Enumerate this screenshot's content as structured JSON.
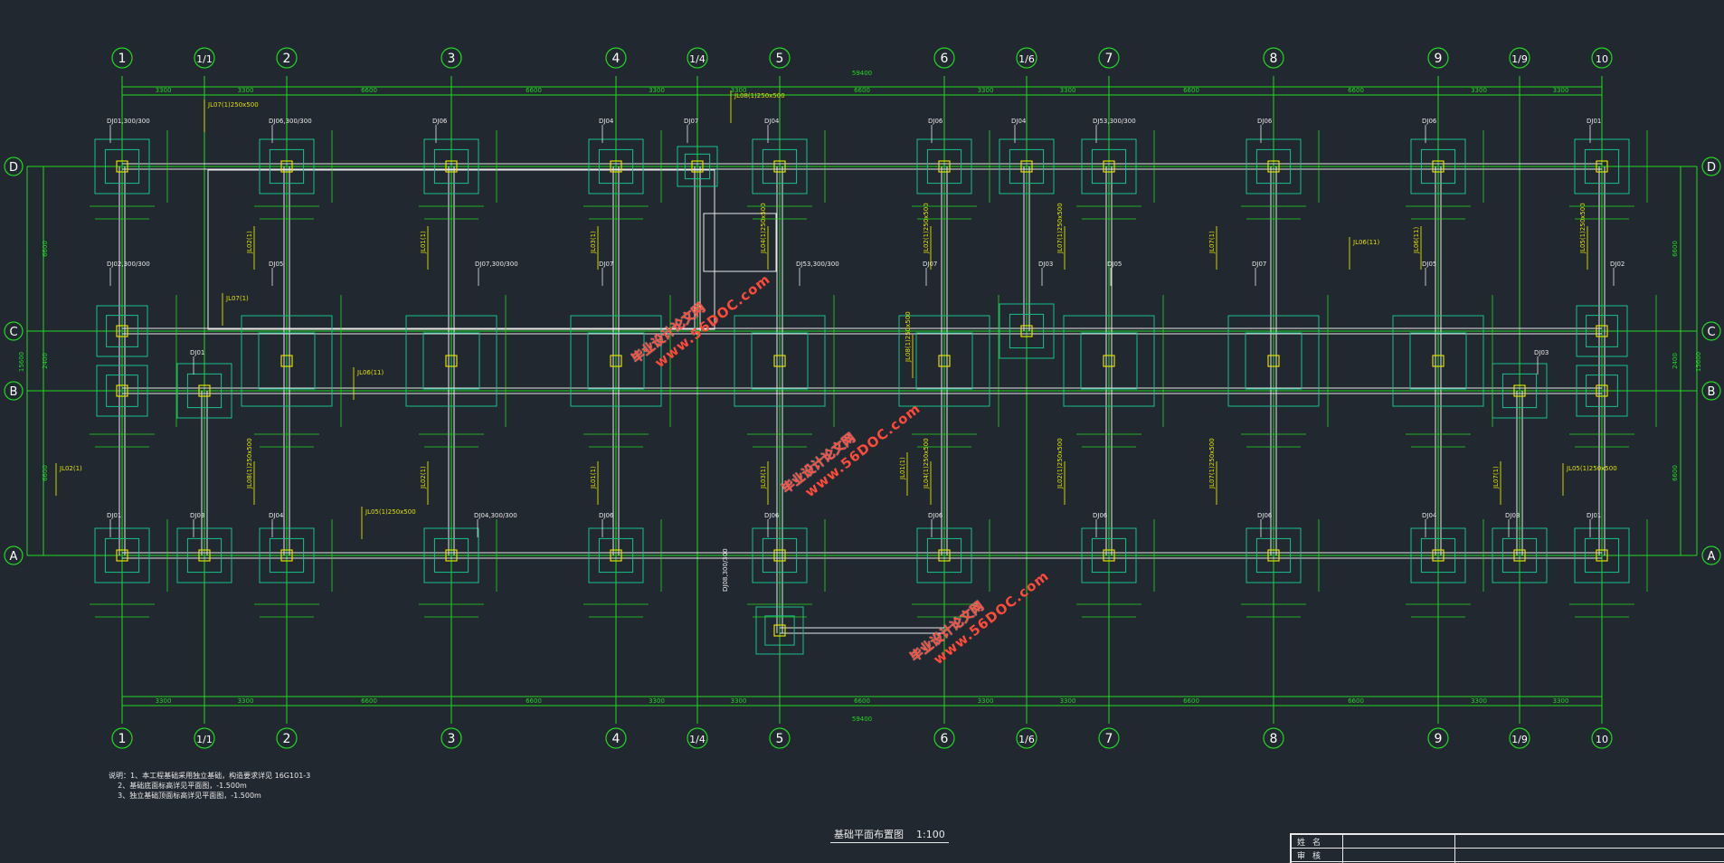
{
  "drawing": {
    "title": "基础平面布置图",
    "scale": "1:100",
    "background": "#212830",
    "colors": {
      "axis": "#22d822",
      "beam": "#e8e8e8",
      "footing": "#18c18a",
      "label": "#e8e8e8",
      "yellow": "#e0e000"
    }
  },
  "axes": {
    "columns": [
      "1",
      "1/1",
      "2",
      "3",
      "4",
      "1/4",
      "5",
      "6",
      "1/6",
      "7",
      "8",
      "9",
      "1/9",
      "10"
    ],
    "rows": [
      "D",
      "C",
      "B",
      "A"
    ]
  },
  "dimensions": {
    "top": [
      "3300",
      "3300",
      "6600",
      "6600",
      "3300",
      "3300",
      "6600",
      "3300",
      "3300",
      "6600",
      "6600",
      "3300",
      "3300"
    ],
    "top_total": "59400",
    "bottom": [
      "3300",
      "3300",
      "6600",
      "6600",
      "3300",
      "3300",
      "6600",
      "3300",
      "3300",
      "6600",
      "6600",
      "3300",
      "3300"
    ],
    "bottom_total": "59400",
    "left": [
      "6600",
      "2400",
      "6600"
    ],
    "left_total": "15600",
    "right": [
      "6600",
      "2400",
      "6600"
    ],
    "right_total": "15600"
  },
  "footings": {
    "D": [
      "DJ01,300/300",
      "DJ06,300/300",
      "DJ06",
      "DJ04",
      "DJ07",
      "DJ04",
      "DJ06",
      "DJ04",
      "DJ53,300/300",
      "DJ06",
      "DJ06",
      "DJ01"
    ],
    "C": [
      "DJ02,300/300",
      "DJ05",
      "DJ07,300/300",
      "DJ07",
      "DJ53,300/300",
      "DJ07",
      "DJ03",
      "DJ05",
      "DJ07",
      "DJ05",
      "DJ02"
    ],
    "B": [
      "DJ01",
      "DJ03"
    ],
    "A": [
      "DJ01",
      "DJ03",
      "DJ04",
      "DJ04,300/300",
      "DJ06",
      "DJ06",
      "DJ06",
      "DJ06",
      "DJ06",
      "DJ04",
      "DJ03",
      "DJ01"
    ],
    "extra": "DJ08,300/300"
  },
  "beam_tags": [
    "JL07(1)250x500",
    "JL07(1)",
    "JL06(11)",
    "JL05(1)250x500",
    "JL08(1)250x500",
    "JL02(1)",
    "JL01(1)",
    "JL03(1)",
    "JL04(1)250x500",
    "JL02(1)250x500"
  ],
  "notes": "说明：1、本工程基础采用独立基础，构造要求详见 16G101-3\n    2、基础底面标高详见平面图，-1.500m\n    3、独立基础顶面标高详见平面图，-1.500m",
  "title_block": {
    "row1": "姓名",
    "row2": "审核"
  },
  "watermark": {
    "cn": "毕业设计论文网",
    "url": "www.56DOC.com"
  }
}
